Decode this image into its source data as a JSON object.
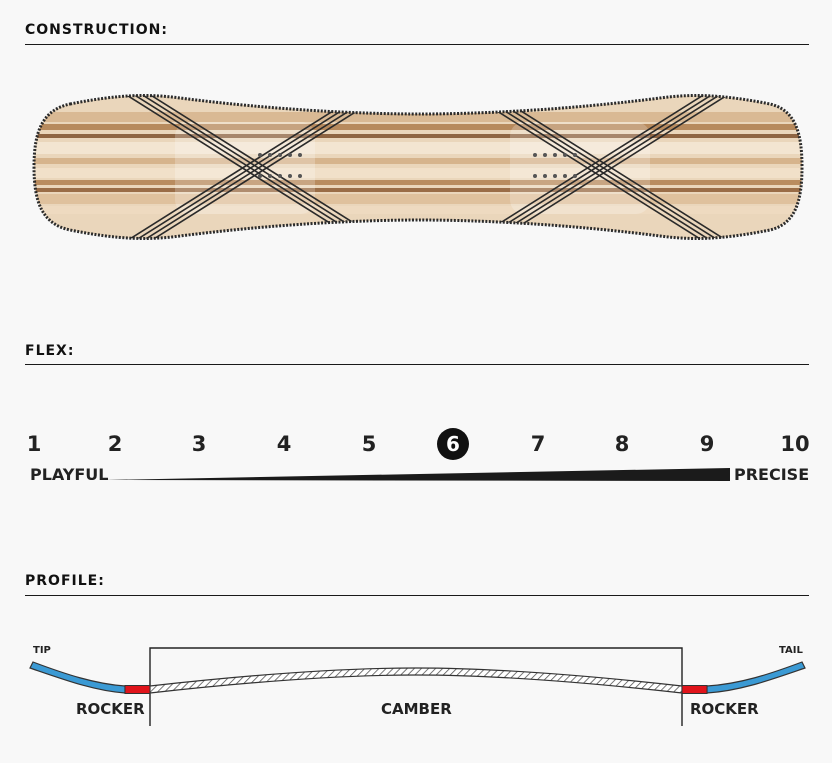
{
  "sections": {
    "construction": "CONSTRUCTION:",
    "flex": "FLEX:",
    "profile": "PROFILE:"
  },
  "flex": {
    "scale": [
      "1",
      "2",
      "3",
      "4",
      "5",
      "6",
      "7",
      "8",
      "9",
      "10"
    ],
    "rating": 6,
    "low_label": "PLAYFUL",
    "high_label": "PRECISE"
  },
  "profile": {
    "tip": "TIP",
    "tail": "TAIL",
    "rocker_left": "ROCKER",
    "camber": "CAMBER",
    "rocker_right": "ROCKER"
  },
  "colors": {
    "rocker_tip": "#3b9ad4",
    "rocker_contact": "#e0141b",
    "wood_light": "#e9d3b6",
    "wood_dark": "#a97a4f"
  }
}
